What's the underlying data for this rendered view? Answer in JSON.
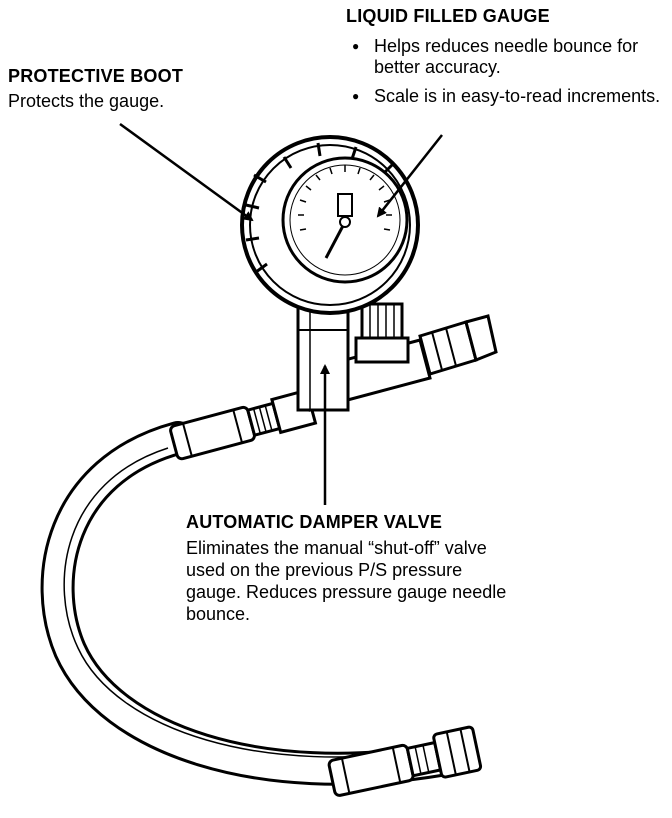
{
  "callouts": {
    "liquid_gauge": {
      "title": "LIQUID FILLED GAUGE",
      "bullets": [
        "Helps reduces needle bounce for better accuracy.",
        "Scale is in easy-to-read increments."
      ]
    },
    "protective_boot": {
      "title": "PROTECTIVE BOOT",
      "description": "Protects the gauge."
    },
    "damper_valve": {
      "title": "AUTOMATIC DAMPER VALVE",
      "description": "Eliminates the manual “shut-off” valve used on the previous P/S pressure gauge. Reduces pressure gauge needle bounce."
    }
  }
}
